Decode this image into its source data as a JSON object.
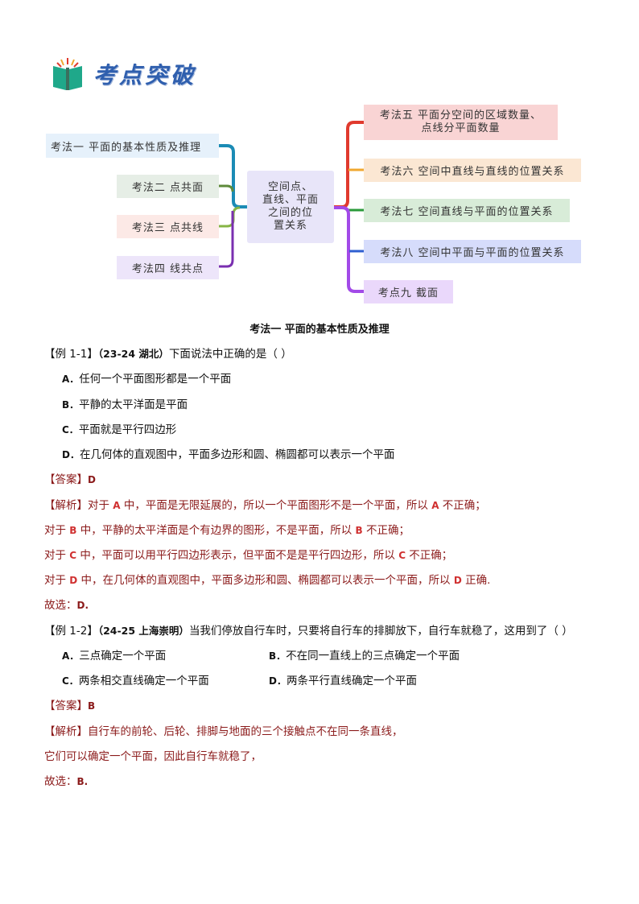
{
  "header": {
    "icon": "open-book-icon",
    "title": "考点突破"
  },
  "mindmap": {
    "center": "空间点、直线、平面之间的位置关系",
    "center_lines": [
      "空间点、",
      "直线、平面",
      "之间的位",
      "置关系"
    ],
    "left_nodes": [
      {
        "label": "考法一  平面的基本性质及推理",
        "bg": "#e6f1fb",
        "line": "#1b8bb5"
      },
      {
        "label": "考法二  点共面",
        "bg": "#e6eee6",
        "line": "#5e8a3a"
      },
      {
        "label": "考法三  点共线",
        "bg": "#fce9e6",
        "line": "#86b545"
      },
      {
        "label": "考法四  线共点",
        "bg": "#ede5fa",
        "line": "#7a2fb0"
      }
    ],
    "right_nodes": [
      {
        "label_lines": [
          "考法五  平面分空间的区域数量、",
          "点线分平面数量"
        ],
        "bg": "#f9d4d4",
        "line": "#e03a2e"
      },
      {
        "label_lines": [
          "考法六  空间中直线与直线的位置关系"
        ],
        "bg": "#fbe7d3",
        "line": "#f0a830"
      },
      {
        "label_lines": [
          "考法七  空间直线与平面的位置关系"
        ],
        "bg": "#d8ecd8",
        "line": "#2a9a3a"
      },
      {
        "label_lines": [
          "考法八  空间中平面与平面的位置关系"
        ],
        "bg": "#d6dcfb",
        "line": "#2f5fd0"
      },
      {
        "label_lines": [
          "考点九  截面"
        ],
        "bg": "#ead8fb",
        "line": "#a24ae8"
      }
    ],
    "colors": {
      "center_bg": "#e8e5f9",
      "left_trunk": "#1b8bb5",
      "right_trunk_top": "#e03a2e",
      "right_trunk_bottom": "#a24ae8"
    }
  },
  "section": {
    "heading": "考法一  平面的基本性质及推理"
  },
  "example1": {
    "tag": "【例 1-1】",
    "source": "（23-24 湖北）",
    "question": "下面说法中正确的是（    ）",
    "options": [
      {
        "key": "A．",
        "text": "任何一个平面图形都是一个平面"
      },
      {
        "key": "B．",
        "text": "平静的太平洋面是平面"
      },
      {
        "key": "C．",
        "text": "平面就是平行四边形"
      },
      {
        "key": "D．",
        "text": "在几何体的直观图中，平面多边形和圆、椭圆都可以表示一个平面"
      }
    ],
    "answer_tag": "【答案】",
    "answer": "D",
    "analysis_tag": "【解析】",
    "analysis": [
      [
        "对于 ",
        "A",
        " 中，平面是无限延展的，所以一个平面图形不是一个平面，所以 ",
        "A",
        " 不正确；"
      ],
      [
        "对于 ",
        "B",
        " 中，平静的太平洋面是个有边界的图形，不是平面，所以 ",
        "B",
        " 不正确；"
      ],
      [
        "对于 ",
        "C",
        " 中，平面可以用平行四边形表示，但平面不是是平行四边形，所以 ",
        "C",
        " 不正确；"
      ],
      [
        "对于 ",
        "D",
        " 中，在几何体的直观图中，平面多边形和圆、椭圆都可以表示一个平面，所以 ",
        "D",
        " 正确."
      ]
    ],
    "conclusion_label": "故选：",
    "conclusion_value": "D."
  },
  "example2": {
    "tag": "【例 1-2】",
    "source": "（24-25 上海崇明）",
    "question": "当我们停放自行车时，只要将自行车的排脚放下，自行车就稳了，这用到了（    ）",
    "options": [
      {
        "key": "A．",
        "text": "三点确定一个平面"
      },
      {
        "key": "B．",
        "text": "不在同一直线上的三点确定一个平面"
      },
      {
        "key": "C．",
        "text": "两条相交直线确定一个平面"
      },
      {
        "key": "D．",
        "text": "两条平行直线确定一个平面"
      }
    ],
    "answer_tag": "【答案】",
    "answer": "B",
    "analysis_tag": "【解析】",
    "analysis_line1": "自行车的前轮、后轮、排脚与地面的三个接触点不在同一条直线，",
    "analysis_line2": "它们可以确定一个平面，因此自行车就稳了，",
    "conclusion_label": "故选：",
    "conclusion_value": "B."
  }
}
